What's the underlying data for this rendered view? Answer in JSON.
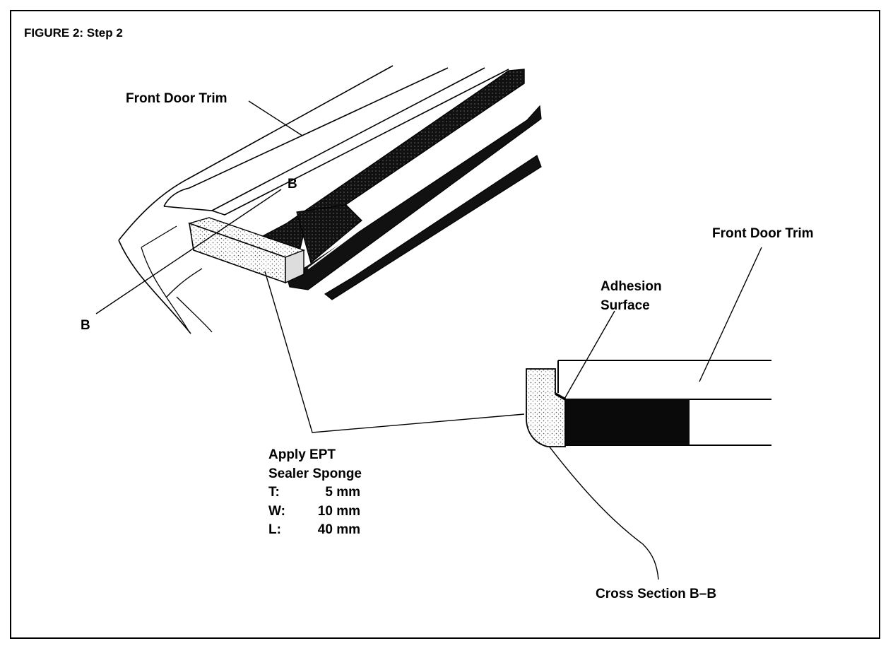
{
  "figure": {
    "title": "FIGURE 2: Step 2"
  },
  "labels": {
    "front_door_trim_main": "Front Door Trim",
    "front_door_trim_section": "Front Door Trim",
    "section_marker_top": "B",
    "section_marker_bottom": "B",
    "adhesion_line1": "Adhesion",
    "adhesion_line2": "Surface",
    "cross_section": "Cross Section B–B"
  },
  "spec": {
    "title_line1": "Apply EPT",
    "title_line2": "Sealer Sponge",
    "rows": [
      {
        "key": "T:",
        "value": "5 mm"
      },
      {
        "key": "W:",
        "value": "10 mm"
      },
      {
        "key": "L:",
        "value": "40 mm"
      }
    ]
  }
}
